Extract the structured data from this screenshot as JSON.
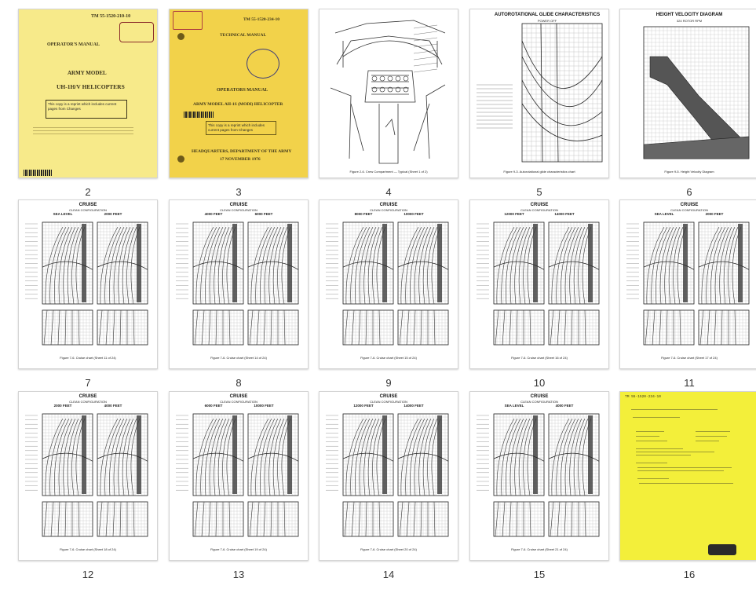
{
  "pages": [
    {
      "n": "2",
      "kind": "cover1",
      "lines": {
        "tm": "TM 55-1520-210-10",
        "manual": "OPERATOR'S MANUAL",
        "army": "ARMY MODEL",
        "model": "UH-1H/V HELICOPTERS",
        "note": "This copy is a reprint which includes current pages from Changes"
      }
    },
    {
      "n": "3",
      "kind": "cover2",
      "lines": {
        "tm": "TM 55-1520-234-10",
        "manual": "TECHNICAL MANUAL",
        "ops": "OPERATORS MANUAL",
        "model": "ARMY MODEL AH-1S (MODI) HELICOPTER",
        "note": "This copy is a reprint which includes current pages from Changes",
        "hq": "HEADQUARTERS, DEPARTMENT OF THE ARMY",
        "date": "17 NOVEMBER 1976"
      }
    },
    {
      "n": "4",
      "kind": "cockpit",
      "lines": {
        "caption": "Figure 2-6.  Crew Compartment — Typical (Sheet 1 of 2)"
      }
    },
    {
      "n": "5",
      "kind": "autorot",
      "lines": {
        "title": "AUTOROTATIONAL GLIDE CHARACTERISTICS",
        "sub": "POWER OFF",
        "caption": "Figure 9-3.  Autorotational glide characteristics chart"
      }
    },
    {
      "n": "6",
      "kind": "hv",
      "lines": {
        "title": "HEIGHT VELOCITY DIAGRAM",
        "sub": "324 ROTOR RPM",
        "caption": "Figure 9-5.  Height Velocity Diagram"
      }
    },
    {
      "n": "7",
      "kind": "cruise",
      "lines": {
        "title": "CRUISE",
        "sub": "CLEAN CONFIGURATION",
        "left": "SEA LEVEL",
        "right": "2000 FEET",
        "caption": "Figure 7-6.  Cruise chart (Sheet 11 of 24)"
      }
    },
    {
      "n": "8",
      "kind": "cruise",
      "lines": {
        "title": "CRUISE",
        "sub": "CLEAN CONFIGURATION",
        "left": "4000 FEET",
        "right": "6000 FEET",
        "caption": "Figure 7-6.  Cruise chart (Sheet 14 of 24)"
      }
    },
    {
      "n": "9",
      "kind": "cruise",
      "lines": {
        "title": "CRUISE",
        "sub": "CLEAN CONFIGURATION",
        "left": "8000 FEET",
        "right": "10000 FEET",
        "caption": "Figure 7-6.  Cruise chart (Sheet 15 of 24)"
      }
    },
    {
      "n": "10",
      "kind": "cruise",
      "lines": {
        "title": "CRUISE",
        "sub": "CLEAN CONFIGURATION",
        "left": "12000 FEET",
        "right": "14000 FEET",
        "caption": "Figure 7-6.  Cruise chart (Sheet 16 of 24)"
      }
    },
    {
      "n": "11",
      "kind": "cruise",
      "lines": {
        "title": "CRUISE",
        "sub": "CLEAN CONFIGURATION",
        "left": "SEA LEVEL",
        "right": "2000 FEET",
        "caption": "Figure 7-6.  Cruise chart (Sheet 17 of 24)"
      }
    },
    {
      "n": "12",
      "kind": "cruise",
      "lines": {
        "title": "CRUISE",
        "sub": "CLEAN CONFIGURATION",
        "left": "2000 FEET",
        "right": "4000 FEET",
        "caption": "Figure 7-6.  Cruise chart (Sheet 18 of 24)"
      }
    },
    {
      "n": "13",
      "kind": "cruise",
      "lines": {
        "title": "CRUISE",
        "sub": "CLEAN CONFIGURATION",
        "left": "6000 FEET",
        "right": "10000 FEET",
        "caption": "Figure 7-6.  Cruise chart (Sheet 19 of 24)"
      }
    },
    {
      "n": "14",
      "kind": "cruise",
      "lines": {
        "title": "CRUISE",
        "sub": "CLEAN CONFIGURATION",
        "left": "12000 FEET",
        "right": "14000 FEET",
        "caption": "Figure 7-6.  Cruise chart (Sheet 20 of 24)"
      }
    },
    {
      "n": "15",
      "kind": "cruise",
      "lines": {
        "title": "CRUISE",
        "sub": "CLEAN CONFIGURATION",
        "left": "SEA LEVEL",
        "right": "4000 FEET",
        "caption": "Figure 7-6.  Cruise chart (Sheet 21 of 24)"
      }
    },
    {
      "n": "16",
      "kind": "yellowtext",
      "lines": {
        "tm": "TM 55-1520-234-10"
      }
    }
  ]
}
